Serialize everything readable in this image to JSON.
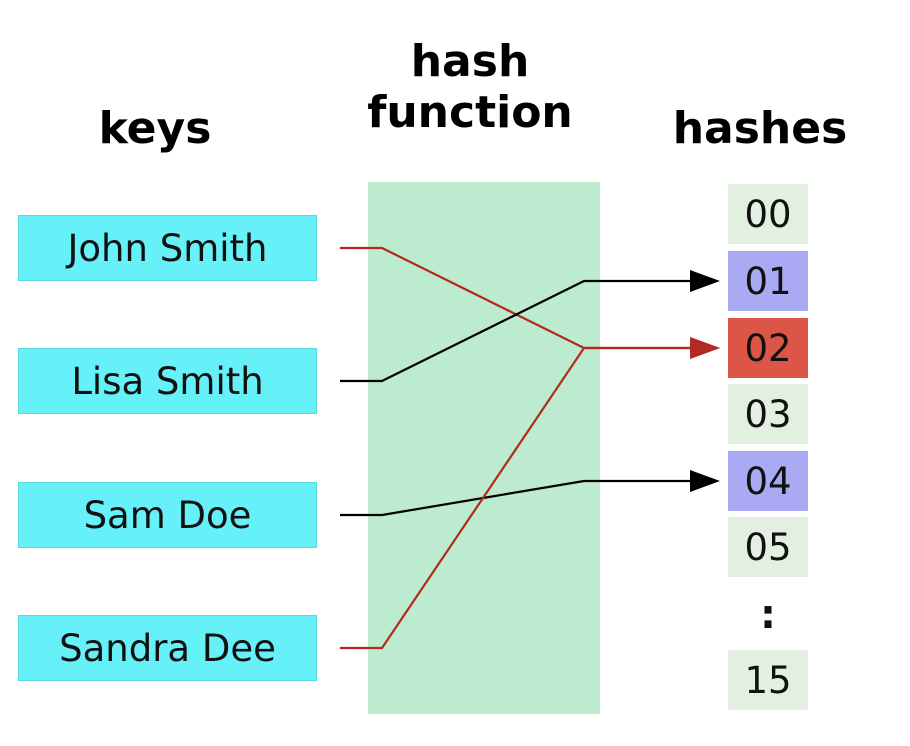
{
  "headings": {
    "keys": "keys",
    "hash_function": "hash\nfunction",
    "hashes": "hashes"
  },
  "keys": [
    "John Smith",
    "Lisa Smith",
    "Sam Doe",
    "Sandra Dee"
  ],
  "hashes": [
    {
      "label": "00",
      "state": "plain"
    },
    {
      "label": "01",
      "state": "hit"
    },
    {
      "label": "02",
      "state": "collision"
    },
    {
      "label": "03",
      "state": "plain"
    },
    {
      "label": "04",
      "state": "hit"
    },
    {
      "label": "05",
      "state": "plain"
    },
    {
      "label": "15",
      "state": "plain"
    }
  ],
  "ellipsis": ":",
  "mappings": [
    {
      "key": "John Smith",
      "hash": "02",
      "color": "#b22a22"
    },
    {
      "key": "Lisa Smith",
      "hash": "01",
      "color": "#000000"
    },
    {
      "key": "Sam Doe",
      "hash": "04",
      "color": "#000000"
    },
    {
      "key": "Sandra Dee",
      "hash": "02",
      "color": "#b22a22"
    }
  ],
  "colors": {
    "key_fill": "#66f0f7",
    "hash_band": "#bcebcf",
    "hash_plain": "#e3efe1",
    "hash_hit": "#aaa9f3",
    "hash_collision": "#dc5648"
  }
}
